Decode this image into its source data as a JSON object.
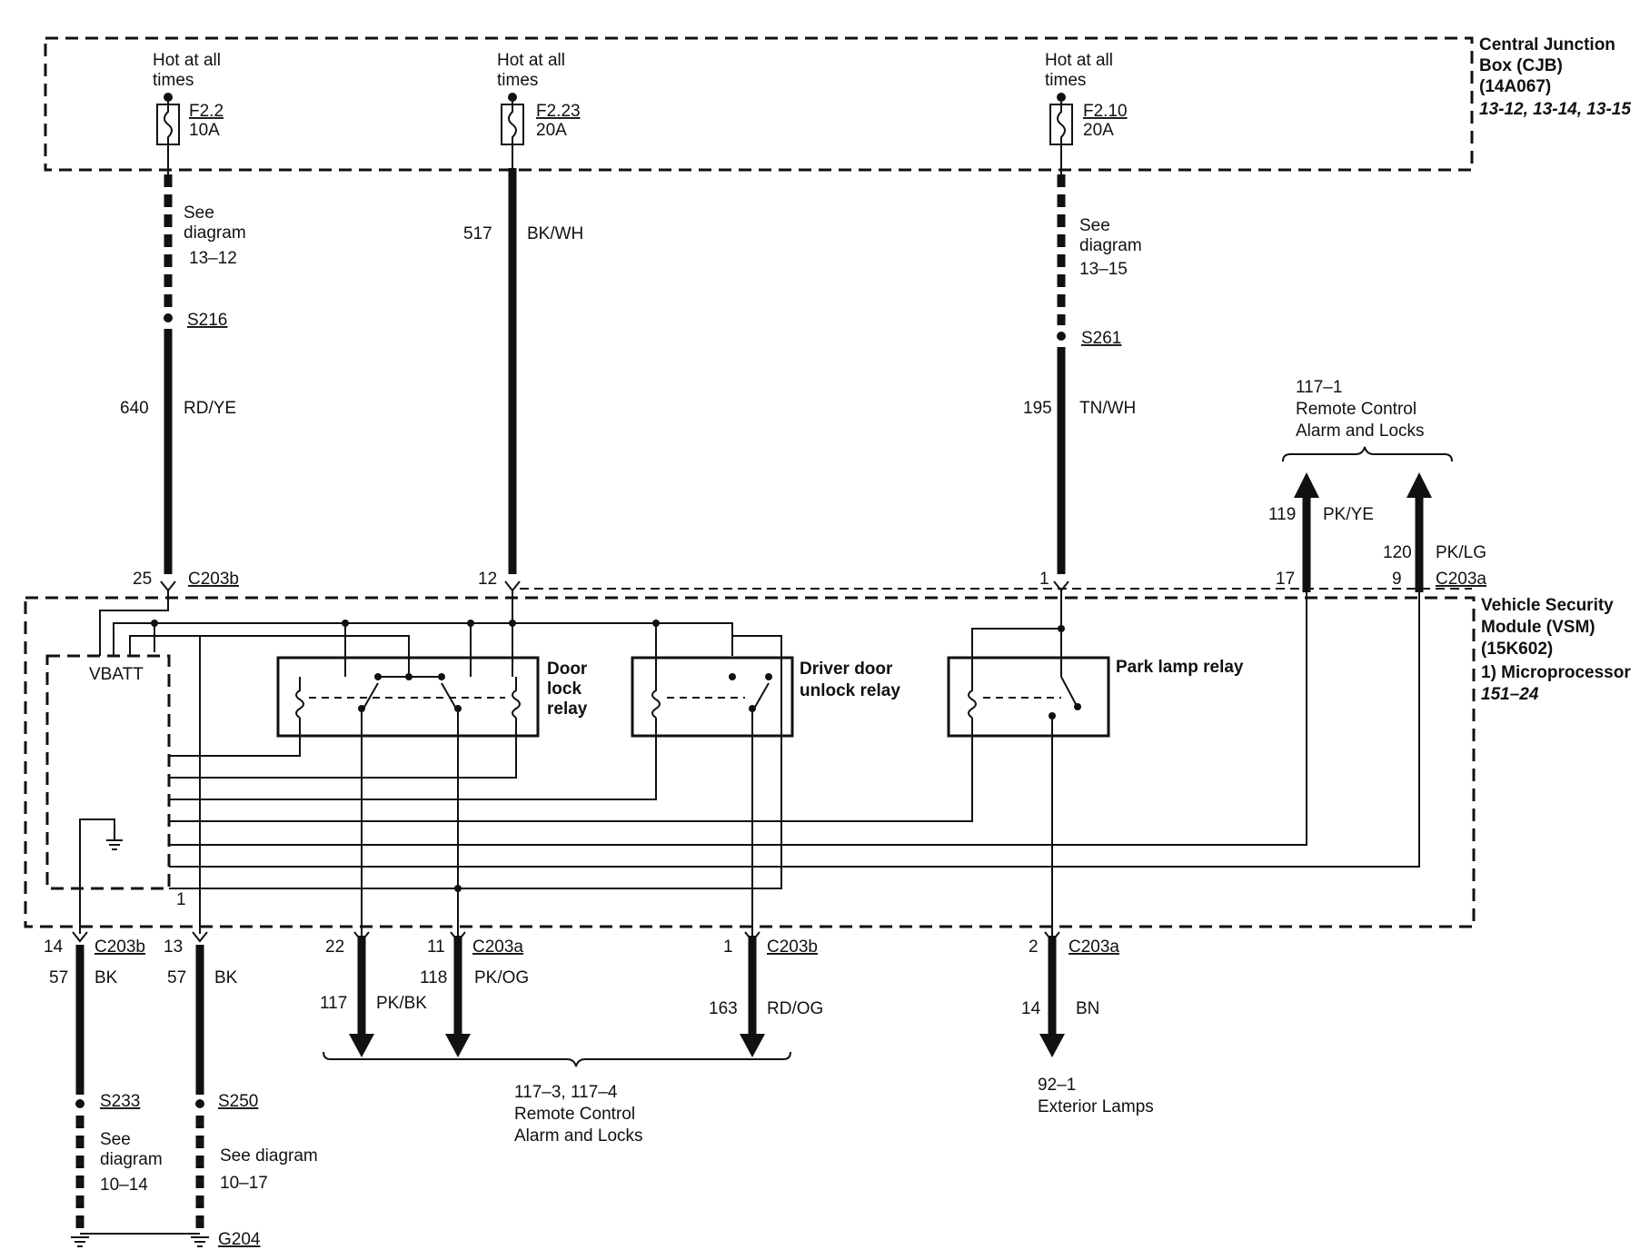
{
  "cjb": {
    "title_lines": [
      "Central Junction",
      "Box (CJB)",
      "(14A067)"
    ],
    "refs": "13-12, 13-14, 13-15"
  },
  "fuses": [
    {
      "hot": [
        "Hot at all",
        "times"
      ],
      "id": "F2.2",
      "rating": "10A"
    },
    {
      "hot": [
        "Hot at all",
        "times"
      ],
      "id": "F2.23",
      "rating": "20A"
    },
    {
      "hot": [
        "Hot at all",
        "times"
      ],
      "id": "F2.10",
      "rating": "20A"
    }
  ],
  "upper_wires": {
    "w1": {
      "circuit": "640",
      "color": "RD/YE",
      "see": [
        "See",
        "diagram",
        "13–12"
      ],
      "splice": "S216",
      "pin": "25",
      "connector": "C203b"
    },
    "w2": {
      "circuit": "517",
      "color": "BK/WH",
      "pin": "12"
    },
    "w3": {
      "circuit": "195",
      "color": "TN/WH",
      "see": [
        "See",
        "diagram",
        "13–15"
      ],
      "splice": "S261",
      "pin": "1"
    },
    "w4": {
      "circuit": "119",
      "color": "PK/YE",
      "pin": "17"
    },
    "w5": {
      "circuit": "120",
      "color": "PK/LG",
      "pin": "9",
      "connector": "C203a"
    }
  },
  "remote_top": [
    "117–1",
    "Remote Control",
    "Alarm and Locks"
  ],
  "vsm": {
    "title_lines": [
      "Vehicle Security",
      "Module (VSM)",
      "(15K602)",
      "1) Microprocessor"
    ],
    "ref": "151–24",
    "vbatt": "VBATT",
    "pin_mark": "1"
  },
  "relays": {
    "door_lock": [
      "Door",
      "lock",
      "relay"
    ],
    "driver_unlock": [
      "Driver door",
      "unlock relay"
    ],
    "park_lamp": "Park lamp relay"
  },
  "lower_wires": {
    "g1": {
      "pin": "14",
      "connector": "C203b",
      "circuit": "57",
      "color": "BK",
      "splice": "S233",
      "see": [
        "See",
        "diagram",
        "10–14"
      ]
    },
    "g2": {
      "pin": "13",
      "circuit": "57",
      "color": "BK",
      "splice": "S250",
      "see": [
        "See diagram",
        "10–17"
      ],
      "ground": "G204"
    },
    "o1": {
      "pin": "22",
      "circuit": "117",
      "color": "PK/BK"
    },
    "o2": {
      "pin": "11",
      "connector": "C203a",
      "circuit": "118",
      "color": "PK/OG"
    },
    "o3": {
      "pin": "1",
      "connector": "C203b",
      "circuit": "163",
      "color": "RD/OG"
    },
    "o4": {
      "pin": "2",
      "connector": "C203a",
      "circuit": "14",
      "color": "BN"
    }
  },
  "remote_bottom": [
    "117–3, 117–4",
    "Remote Control",
    "Alarm and Locks"
  ],
  "exterior": [
    "92–1",
    "Exterior Lamps"
  ]
}
